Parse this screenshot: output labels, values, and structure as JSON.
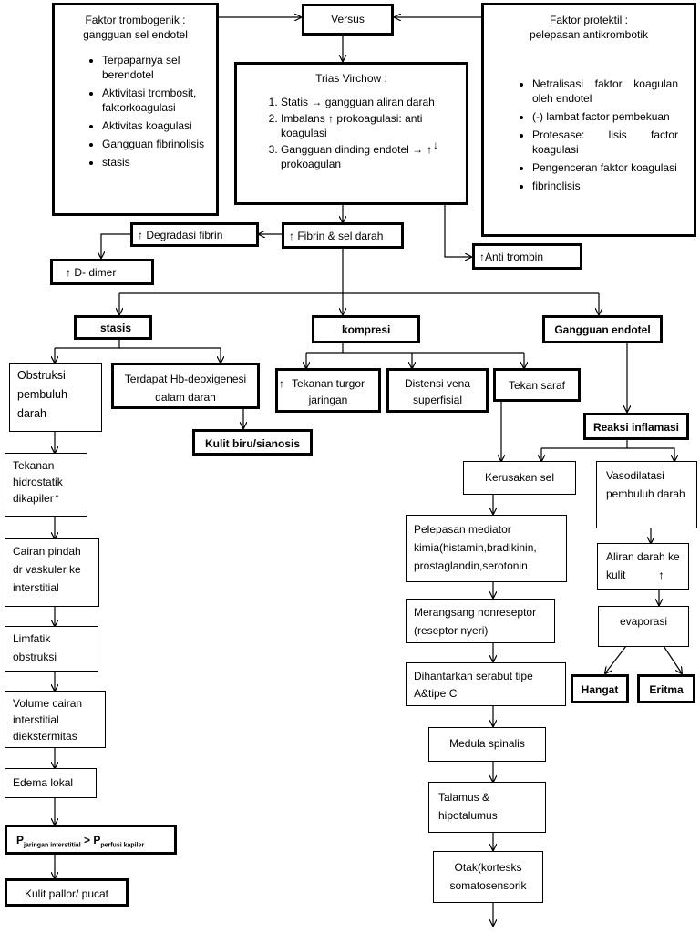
{
  "arrow_up": "↑",
  "arrow_right": "→",
  "arrow_down": "↓",
  "top": {
    "faktor_trombogenik": {
      "title_line1": "Faktor  trombogenik :",
      "title_line2": "gangguan sel endotel",
      "items": [
        "Terpaparnya sel berendotel",
        "Aktivitasi trombosit, faktorkoagulasi",
        "Aktivitas koagulasi",
        "Gangguan fibrinolisis",
        "stasis"
      ]
    },
    "versus": "Versus",
    "faktor_protektil": {
      "title_line1": "Faktor protektil :",
      "title_line2": "pelepasan antikrombotik",
      "items": [
        "Netralisasi faktor koagulan oleh endotel",
        "(-) lambat factor pembekuan",
        "Protesase: lisis factor koagulasi",
        "Pengenceran faktor koagulasi",
        "fibrinolisis"
      ]
    },
    "trias_virchow": {
      "title": "Trias Virchow :",
      "item1_a": "Statis",
      "item1_b": "gangguan aliran darah",
      "item2_a": "Imbalans",
      "item2_b": "prokoagulasi: anti koagulasi",
      "item3_a": "Gangguan dinding endotel",
      "item3_b": "prokoagulan"
    }
  },
  "middle": {
    "degradasi_fibrin": "Degradasi fibrin",
    "fibrin_sel_darah": "Fibrin & sel darah",
    "d_dimer": "D- dimer",
    "anti_trombin": "Anti trombin",
    "stasis": "stasis",
    "kompresi": "kompresi",
    "gangguan_endotel": "Gangguan endotel"
  },
  "left_chain": {
    "obstruksi": "Obstruksi pembuluh darah",
    "hb_deoxi": "Terdapat Hb-deoxigenesi dalam darah",
    "kulit_biru": "Kulit biru/sianosis",
    "tekanan_hidrostatik": "Tekanan hidrostatik dikapiler",
    "cairan_pindah": "Cairan pindah dr vaskuler ke interstitial",
    "limfatik": "Limfatik obstruksi",
    "volume_cairan": "Volume cairan interstitial diekstermitas",
    "edema_lokal": "Edema lokal",
    "p_label": "P",
    "p_sub1": "jaringan interstitial",
    "p_gt": " > P",
    "p_sub2": "perfusi kapiler",
    "kulit_pallor": "Kulit pallor/ pucat"
  },
  "kompresi_children": {
    "tekanan_turgor": "Tekanan turgor jaringan",
    "distensi_vena": "Distensi vena superfisial",
    "tekan_saraf": "Tekan saraf"
  },
  "right_chain": {
    "reaksi_inflamasi": "Reaksi inflamasi",
    "kerusakan_sel": "Kerusakan sel",
    "pelepasan_mediator": "Pelepasan mediator kimia(histamin,bradikinin, prostaglandin,serotonin",
    "merangsang": "Merangsang nonreseptor (reseptor nyeri)",
    "dihantarkan": "Dihantarkan serabut tipe A&tipe C",
    "medula": "Medula spinalis",
    "talamus": "Talamus & hipotalumus",
    "otak": "Otak(kortesks somatosensorik",
    "vasodilatasi": "Vasodilatasi pembuluh darah",
    "aliran_darah": "Aliran darah ke kulit",
    "evaporasi": "evaporasi",
    "hangat": "Hangat",
    "eritma": "Eritma"
  }
}
